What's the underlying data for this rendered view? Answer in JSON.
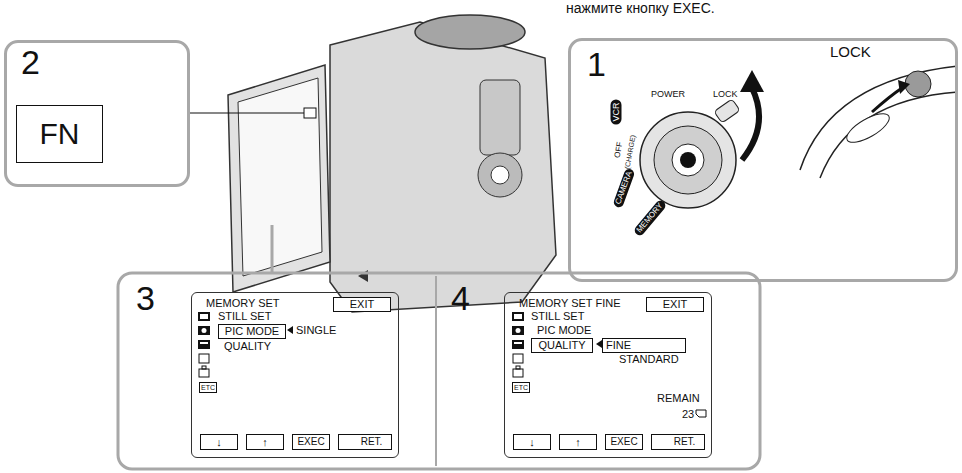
{
  "diagram": {
    "nodes": [
      {
        "text": [
          "2"
        ]
      },
      {
        "text": [
          "FN"
        ],
        "in": 0
      },
      {
        "text": [
          "1"
        ]
      },
      {
        "text": [
          "3"
        ]
      },
      {
        "text": [
          "MEMORY SET",
          "STILL SET",
          "SINGLE",
          "QUALITY"
        ],
        "in": 3
      },
      {
        "text": [
          "EXIT"
        ],
        "in": 4
      },
      {
        "text": [
          "PIC MODE"
        ],
        "in": 4
      },
      {
        "text": [
          "ETC"
        ],
        "in": 4
      },
      {
        "text": [
          "↓"
        ],
        "in": 4
      },
      {
        "text": [
          "↑"
        ],
        "in": 4
      },
      {
        "text": [
          "EXEC"
        ],
        "in": 4
      },
      {
        "text": [
          "RET."
        ],
        "in": 4
      },
      {
        "text": [
          "4"
        ]
      },
      {
        "text": [
          "MEMORY SET FINE",
          "STILL SET",
          "PIC MODE",
          "STANDARD",
          "REMAIN",
          "23"
        ],
        "in": 12
      },
      {
        "text": [
          "EXIT"
        ],
        "in": 13
      },
      {
        "text": [
          "QUALITY"
        ],
        "in": 13
      },
      {
        "text": [
          "FINE"
        ],
        "in": 13
      },
      {
        "text": [
          "ETC"
        ],
        "in": 13
      },
      {
        "text": [
          "↓"
        ],
        "in": 13
      },
      {
        "text": [
          "↑"
        ],
        "in": 13
      },
      {
        "text": [
          "EXEC"
        ],
        "in": 13
      },
      {
        "text": [
          "RET."
        ],
        "in": 13
      }
    ],
    "labels": [
      "нажмите кнопку EXEC.",
      "POWER",
      "LOCK",
      "VCR",
      "OFF",
      "(CHARGE)",
      "CAMERA",
      "MEMORY",
      "LOCK"
    ]
  }
}
